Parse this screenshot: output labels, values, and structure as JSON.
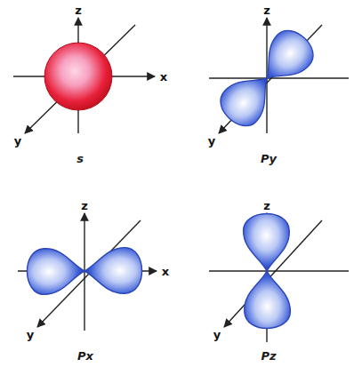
{
  "diagram": {
    "labels": [
      "z",
      "x",
      "y",
      "s",
      "z",
      "y",
      "Py",
      "z",
      "x",
      "y",
      "Px",
      "z",
      "y",
      "Pz"
    ]
  }
}
